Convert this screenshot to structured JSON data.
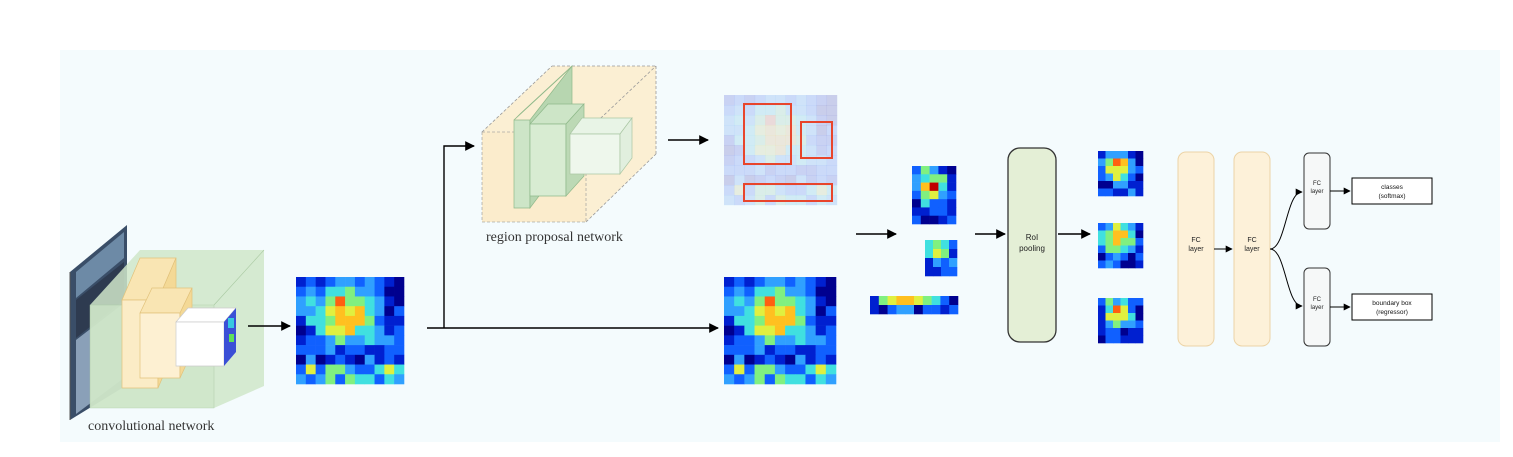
{
  "labels": {
    "convolutional_network": "convolutional network",
    "region_proposal_network": "region proposal network",
    "roi_pooling_line1": "RoI",
    "roi_pooling_line2": "pooling",
    "fc_layer_line1": "FC",
    "fc_layer_line2": "layer",
    "classes_line1": "classes",
    "classes_line2": "(softmax)",
    "bbox_line1": "boundary box",
    "bbox_line2": "(regressor)"
  },
  "colors": {
    "background_panel": "#f4fbfd",
    "conv_block": "#cfe6c9",
    "rpn_block": "#fbeccb",
    "roi_box": "#e4efd6",
    "fc_block": "#fdf1d9",
    "proposal_border": "#e8452c",
    "arrow": "#000000"
  }
}
